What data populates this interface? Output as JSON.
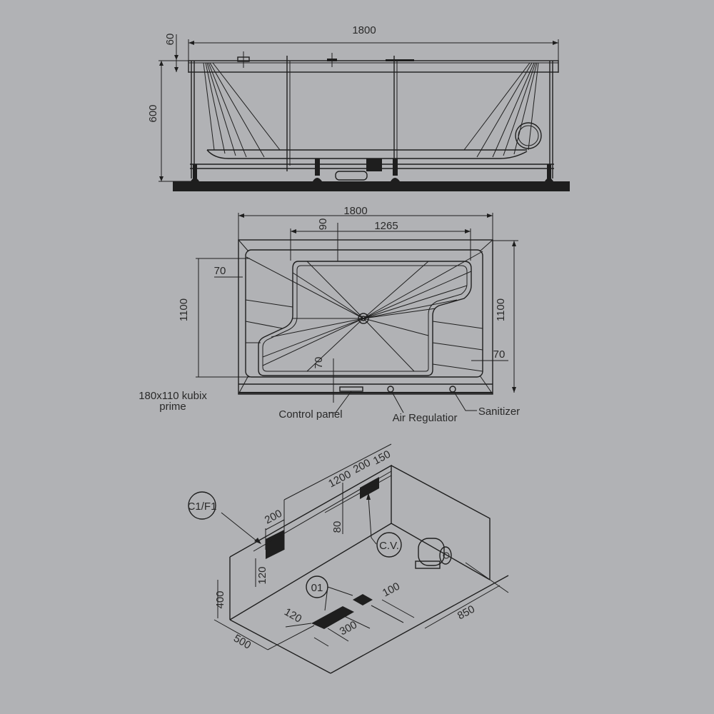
{
  "colors": {
    "background": "#b1b2b5",
    "ink": "#1e1e1e",
    "text": "#2a2a2a"
  },
  "side_view": {
    "width_label": "1800",
    "rim_label": "60",
    "height_label": "600"
  },
  "plan_view": {
    "width_label": "1800",
    "inner_width_label": "1265",
    "top_offset_label": "90",
    "left_height_label": "1100",
    "right_height_label": "1100",
    "left_wall_label": "70",
    "right_wall_label": "70",
    "bottom_offset_label": "70",
    "model_line1": "180x110 kubix",
    "model_line2": "prime",
    "callouts": {
      "control_panel": "Control panel",
      "air_regulator": "Air Regulatior",
      "sanitizer": "Sanitizer"
    }
  },
  "install_view": {
    "dims": {
      "length": "1200",
      "cv_width": "200",
      "cv_offset": "150",
      "c1_width": "200",
      "c1_height": "120",
      "cv_height": "80",
      "wall_height": "400",
      "depth": "500",
      "floor_offset": "120",
      "drain_width": "300",
      "drain_small": "100",
      "room_depth": "850"
    },
    "tags": {
      "c1f1": "C1/F1",
      "cv": "C.V.",
      "o1": "01"
    }
  }
}
